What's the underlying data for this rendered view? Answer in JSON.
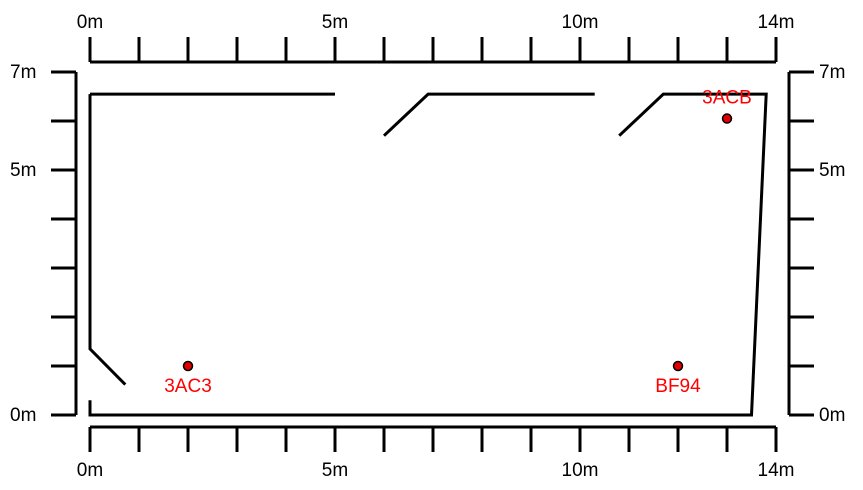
{
  "floor_plan": {
    "units": "m",
    "x_range": [
      0,
      14
    ],
    "y_range": [
      0,
      7
    ],
    "x_labels": [
      {
        "value": 0,
        "text": "0m"
      },
      {
        "value": 5,
        "text": "5m"
      },
      {
        "value": 10,
        "text": "10m"
      },
      {
        "value": 14,
        "text": "14m"
      }
    ],
    "y_labels": [
      {
        "value": 0,
        "text": "0m"
      },
      {
        "value": 5,
        "text": "5m"
      },
      {
        "value": 7,
        "text": "7m"
      }
    ],
    "x_tick_step": 1,
    "y_tick_step": 1,
    "walls": [
      [
        [
          0,
          6.55
        ],
        [
          5.0,
          6.55
        ]
      ],
      [
        [
          6.0,
          5.7
        ],
        [
          6.9,
          6.55
        ],
        [
          10.3,
          6.55
        ]
      ],
      [
        [
          10.8,
          5.7
        ],
        [
          11.7,
          6.55
        ],
        [
          13.8,
          6.55
        ],
        [
          13.5,
          0
        ],
        [
          0,
          0
        ],
        [
          0,
          0.3
        ]
      ],
      [
        [
          0,
          6.55
        ],
        [
          0,
          1.35
        ],
        [
          0.72,
          0.62
        ]
      ]
    ],
    "anchors": [
      {
        "id": "3AC3",
        "x": 2.0,
        "y": 1.0,
        "label_position": "below"
      },
      {
        "id": "BF94",
        "x": 12.0,
        "y": 1.0,
        "label_position": "below"
      },
      {
        "id": "3ACB",
        "x": 13.0,
        "y": 6.05,
        "label_position": "above"
      }
    ],
    "colors": {
      "anchor_fill": "#e00000",
      "anchor_stroke": "#000000",
      "anchor_label": "#ff0000",
      "lines": "#000000"
    }
  }
}
